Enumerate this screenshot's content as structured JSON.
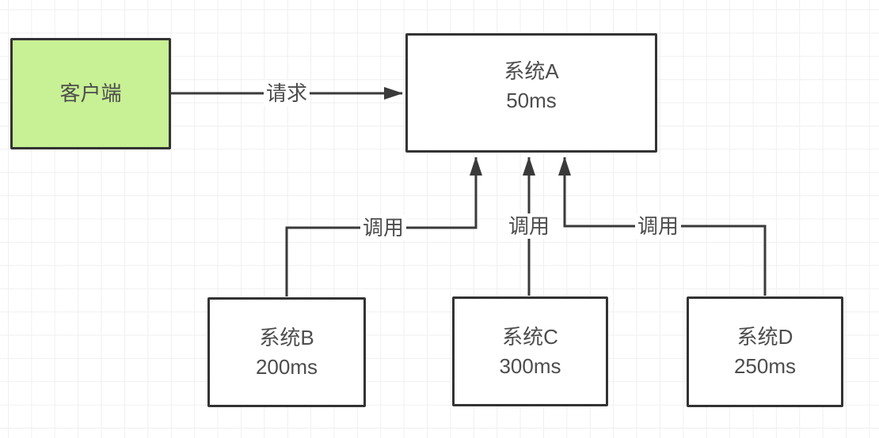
{
  "diagram": {
    "colors": {
      "background": "#ffffff",
      "grid": "#f0f0f0",
      "stroke": "#3a3a3a",
      "text": "#4d4d4d",
      "client_fill": "#c8f094"
    },
    "nodes": {
      "client": {
        "label": "客户端",
        "fill": "#c8f094"
      },
      "system_a": {
        "name": "系统A",
        "latency": "50ms"
      },
      "system_b": {
        "name": "系统B",
        "latency": "200ms"
      },
      "system_c": {
        "name": "系统C",
        "latency": "300ms"
      },
      "system_d": {
        "name": "系统D",
        "latency": "250ms"
      }
    },
    "edges": {
      "client_to_a": {
        "label": "请求",
        "from": "客户端",
        "to": "系统A"
      },
      "b_to_a": {
        "label": "调用",
        "from": "系统B",
        "to": "系统A"
      },
      "c_to_a": {
        "label": "调用",
        "from": "系统C",
        "to": "系统A"
      },
      "d_to_a": {
        "label": "调用",
        "from": "系统D",
        "to": "系统A"
      }
    }
  }
}
